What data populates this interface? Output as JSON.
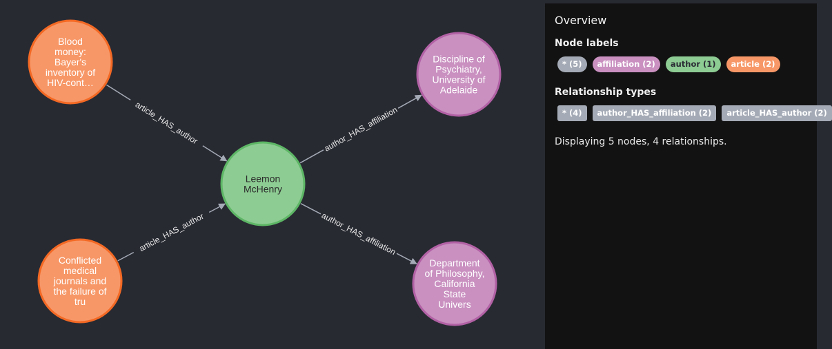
{
  "graph": {
    "nodes": [
      {
        "id": "n_blood",
        "kind": "article",
        "lines": [
          "Blood",
          "money:",
          "Bayer's",
          "inventory of",
          "HIV-cont…"
        ]
      },
      {
        "id": "n_conflicted",
        "kind": "article",
        "lines": [
          "Conflicted",
          "medical",
          "journals and",
          "the failure of",
          "tru"
        ]
      },
      {
        "id": "n_leemon",
        "kind": "author",
        "lines": [
          "Leemon",
          "McHenry"
        ]
      },
      {
        "id": "n_adelaide",
        "kind": "affiliation",
        "lines": [
          "Discipline of",
          "Psychiatry,",
          "University of",
          "Adelaide"
        ]
      },
      {
        "id": "n_csu",
        "kind": "affiliation",
        "lines": [
          "Department",
          "of Philosophy,",
          "California",
          "State",
          "Univers"
        ]
      }
    ],
    "edges": [
      {
        "from": "n_blood",
        "to": "n_leemon",
        "label": "article_HAS_author"
      },
      {
        "from": "n_conflicted",
        "to": "n_leemon",
        "label": "article_HAS_author"
      },
      {
        "from": "n_leemon",
        "to": "n_adelaide",
        "label": "author_HAS_affiliation"
      },
      {
        "from": "n_leemon",
        "to": "n_csu",
        "label": "author_HAS_affiliation"
      }
    ],
    "colors": {
      "article": "#f79767",
      "article_border": "#f36924",
      "author": "#8dcc93",
      "author_border": "#5db665",
      "affiliation": "#c990c0",
      "affiliation_border": "#b261a5",
      "edge": "#a5abb6"
    }
  },
  "overview": {
    "title": "Overview",
    "node_labels_title": "Node labels",
    "node_labels": [
      {
        "label": "* (5)",
        "bg": "#a5abb6",
        "fg": "#ffffff"
      },
      {
        "label": "affiliation (2)",
        "bg": "#c990c0",
        "fg": "#ffffff"
      },
      {
        "label": "author (1)",
        "bg": "#8dcc93",
        "fg": "#2a2c34"
      },
      {
        "label": "article (2)",
        "bg": "#f79767",
        "fg": "#ffffff"
      }
    ],
    "relationship_types_title": "Relationship types",
    "relationship_types": [
      {
        "label": "* (4)",
        "bg": "#a5abb6",
        "fg": "#ffffff"
      },
      {
        "label": "author_HAS_affiliation (2)",
        "bg": "#a5abb6",
        "fg": "#ffffff"
      },
      {
        "label": "article_HAS_author (2)",
        "bg": "#a5abb6",
        "fg": "#ffffff"
      }
    ],
    "summary": "Displaying 5 nodes, 4 relationships."
  }
}
